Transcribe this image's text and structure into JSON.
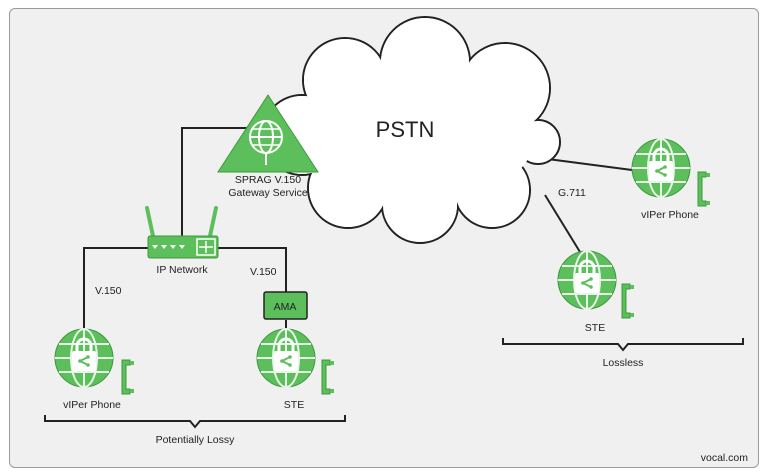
{
  "cloud_label": "PSTN",
  "gateway": {
    "line1": "SPRAG V.150",
    "line2": "Gateway Service"
  },
  "router_label": "IP Network",
  "links": {
    "left_v150": "V.150",
    "right_v150": "V.150",
    "g711": "G.711"
  },
  "ama_label": "AMA",
  "devices": {
    "viper_left": "vIPer Phone",
    "ste_left": "STE",
    "viper_right": "vIPer Phone",
    "ste_right": "STE"
  },
  "groups": {
    "lossy": "Potentially Lossy",
    "lossless": "Lossless"
  },
  "footer": "vocal.com",
  "colors": {
    "green": "#5cbf5c",
    "dark_green": "#2e7d32",
    "line": "#222222",
    "frame_bg": "#f0f0f0"
  }
}
